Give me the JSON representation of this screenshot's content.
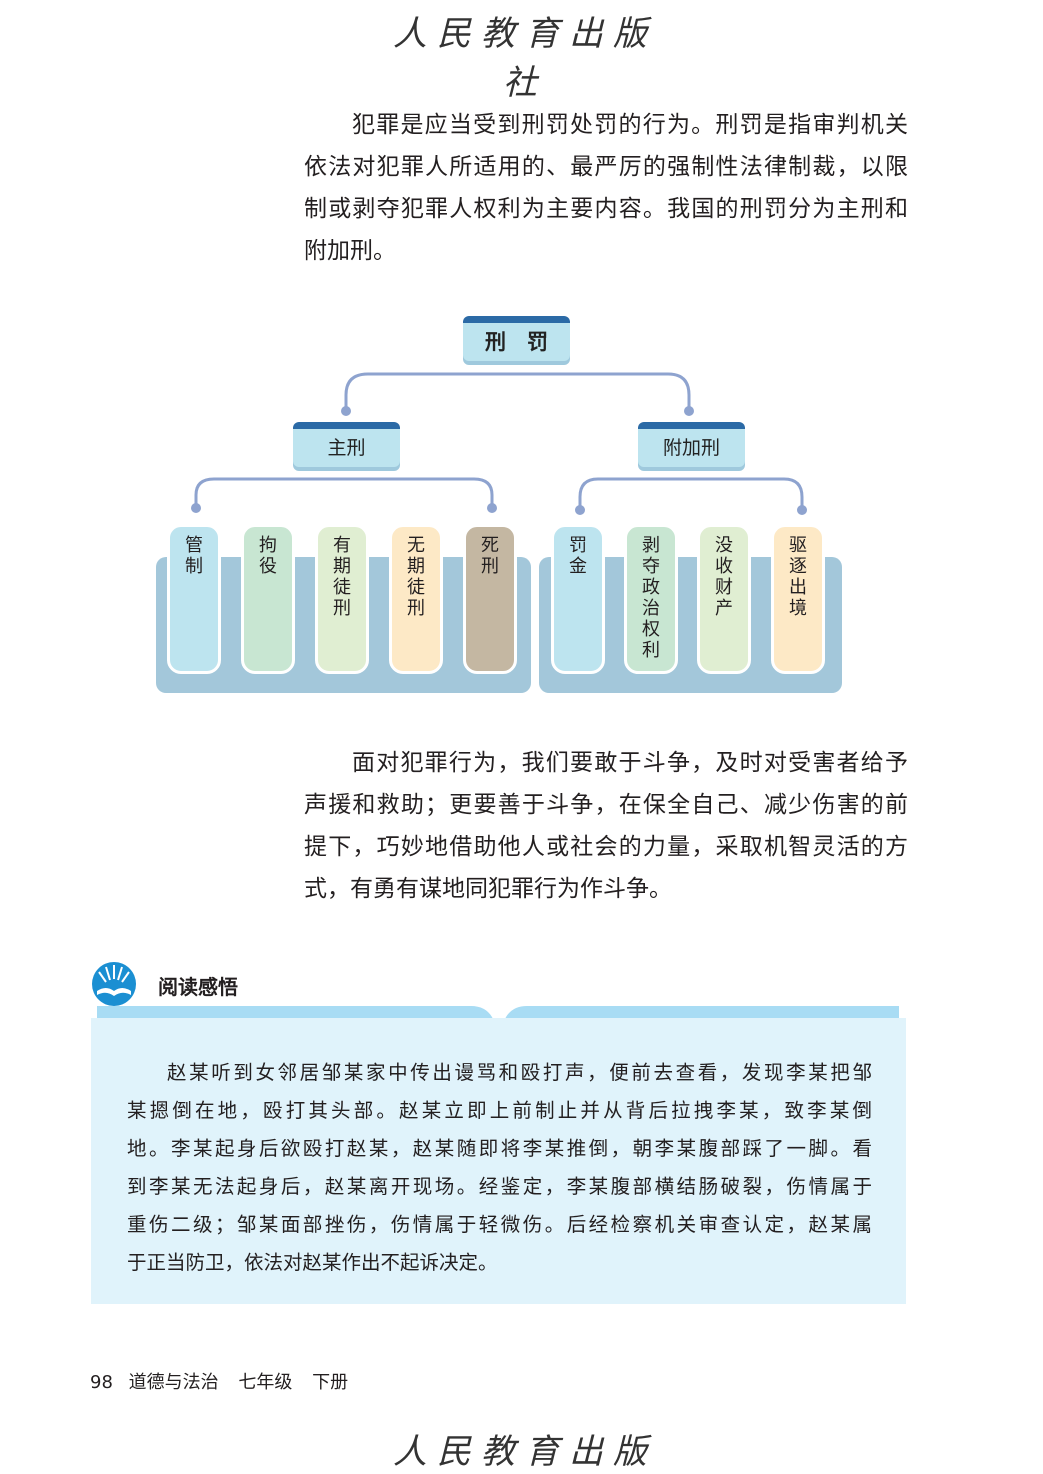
{
  "header_logo": "人民教育出版社",
  "footer_logo": "人民教育出版社",
  "paragraph1": [
    "犯罪是应当受到刑罚处罚的行为。刑罚是指审判机关",
    "依法对犯罪人所适用的、最严厉的强制性法律制裁，以限",
    "制或剥夺犯罪人权利为主要内容。我国的刑罚分为主刑和",
    "附加刑。"
  ],
  "diagram": {
    "root": "刑　罚",
    "main": {
      "label": "主刑",
      "items": [
        "管制",
        "拘役",
        "有期徒刑",
        "无期徒刑",
        "死刑"
      ]
    },
    "additional": {
      "label": "附加刑",
      "items": [
        "罚金",
        "剥夺政治权利",
        "没收财产",
        "驱逐出境"
      ]
    }
  },
  "paragraph2": [
    "面对犯罪行为，我们要敢于斗争，及时对受害者给予",
    "声援和救助；更要善于斗争，在保全自己、减少伤害的前",
    "提下，巧妙地借助他人或社会的力量，采取机智灵活的方",
    "式，有勇有谋地同犯罪行为作斗争。"
  ],
  "reading": {
    "title": "阅读感悟",
    "lines": [
      "赵某听到女邻居邹某家中传出谩骂和殴打声，便前去查看，发现李某把邹",
      "某摁倒在地，殴打其头部。赵某立即上前制止并从背后拉拽李某，致李某倒",
      "地。李某起身后欲殴打赵某，赵某随即将李某推倒，朝李某腹部踩了一脚。看",
      "到李某无法起身后，赵某离开现场。经鉴定，李某腹部横结肠破裂，伤情属于",
      "重伤二级；邹某面部挫伤，伤情属于轻微伤。后经检察机关审查认定，赵某属",
      "于正当防卫，依法对赵某作出不起诉决定。"
    ]
  },
  "footer": {
    "page_number": "98",
    "subject": "道德与法治",
    "grade": "七年级",
    "volume": "下册"
  }
}
